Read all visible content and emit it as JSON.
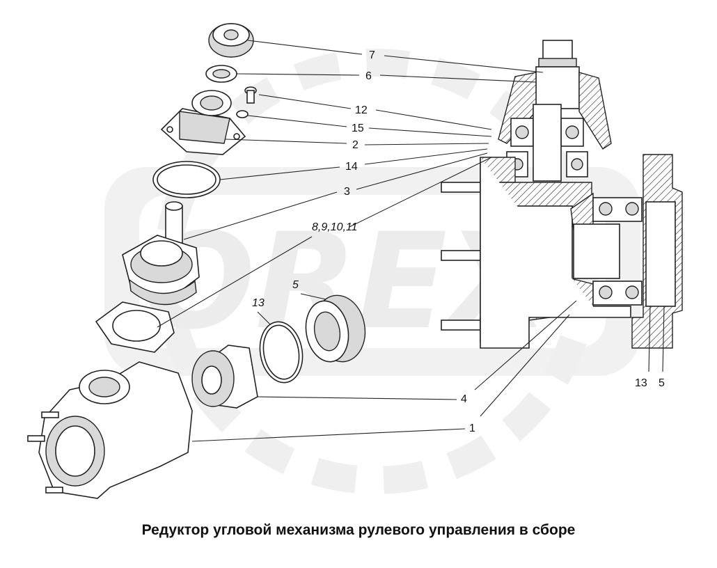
{
  "watermark": "OREX",
  "caption": "Редуктор угловой механизма рулевого управления в сборе",
  "labels": {
    "l7": "7",
    "l6": "6",
    "l12": "12",
    "l15": "15",
    "l2": "2",
    "l14": "14",
    "l3": "3",
    "l8_11": "8,9,10,11",
    "l5a": "5",
    "l13a": "13",
    "l4": "4",
    "l1": "1",
    "l13b": "13",
    "l5b": "5"
  }
}
